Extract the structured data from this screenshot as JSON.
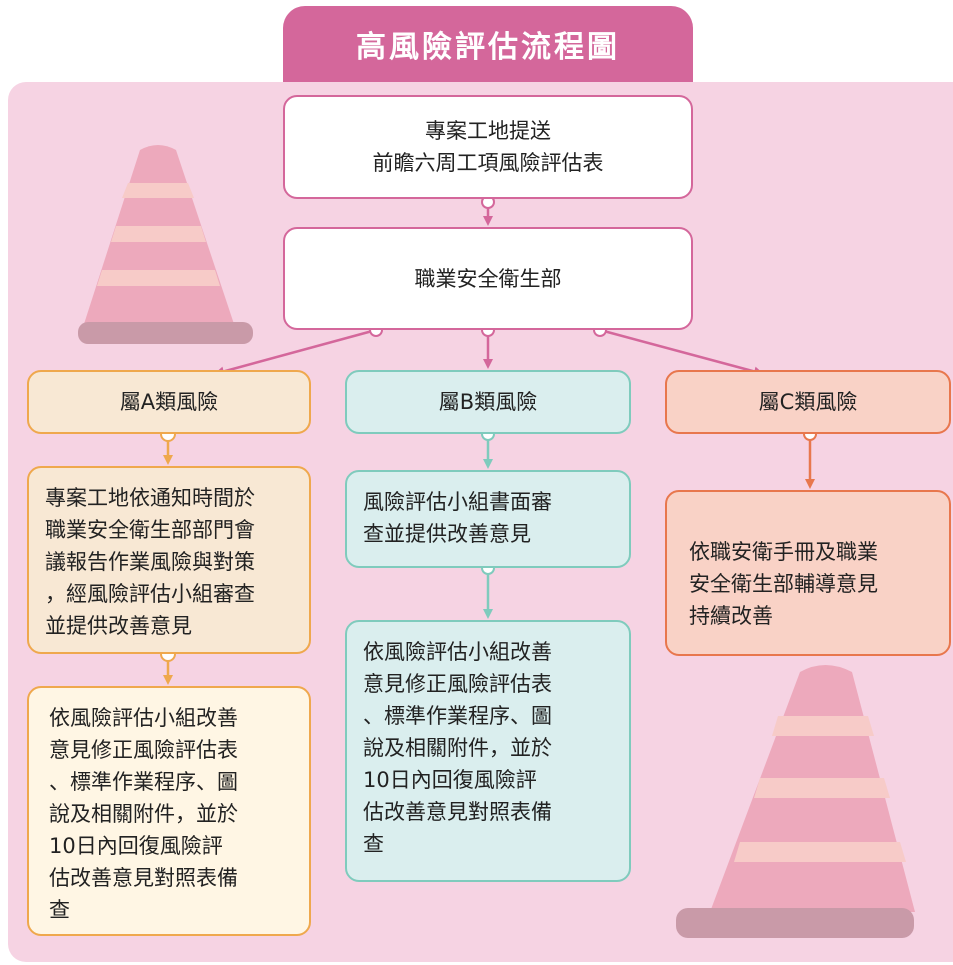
{
  "title": "高風險評估流程圖",
  "nodes": {
    "submit": [
      "專案工地提送",
      "前瞻六周工項風險評估表"
    ],
    "dept": "職業安全衛生部",
    "cat_a": "屬A類風險",
    "cat_b": "屬B類風險",
    "cat_c": "屬C類風險",
    "a_step1": [
      "專案工地依通知時間於",
      "職業安全衛生部部門會",
      "議報告作業風險與對策",
      "，經風險評估小組審查",
      "並提供改善意見"
    ],
    "a_step2": [
      "依風險評估小組改善",
      "意見修正風險評估表",
      "、標準作業程序、圖",
      "說及相關附件，並於",
      "10日內回復風險評",
      "估改善意見對照表備",
      "查"
    ],
    "b_step1": [
      "風險評估小組書面審",
      "查並提供改善意見"
    ],
    "b_step2": [
      "依風險評估小組改善",
      "意見修正風險評估表",
      "、標準作業程序、圖",
      "說及相關附件，並於",
      "10日內回復風險評",
      "估改善意見對照表備",
      "查"
    ],
    "c_step1": [
      "依職安衛手冊及職業",
      "安全衛生部輔導意見",
      "持續改善"
    ]
  },
  "colors": {
    "title_bg": "#d4679b",
    "panel_bg": "#f6d3e3",
    "a_accent": "#efa84d",
    "b_accent": "#7fcbbd",
    "c_accent": "#e8774d"
  }
}
